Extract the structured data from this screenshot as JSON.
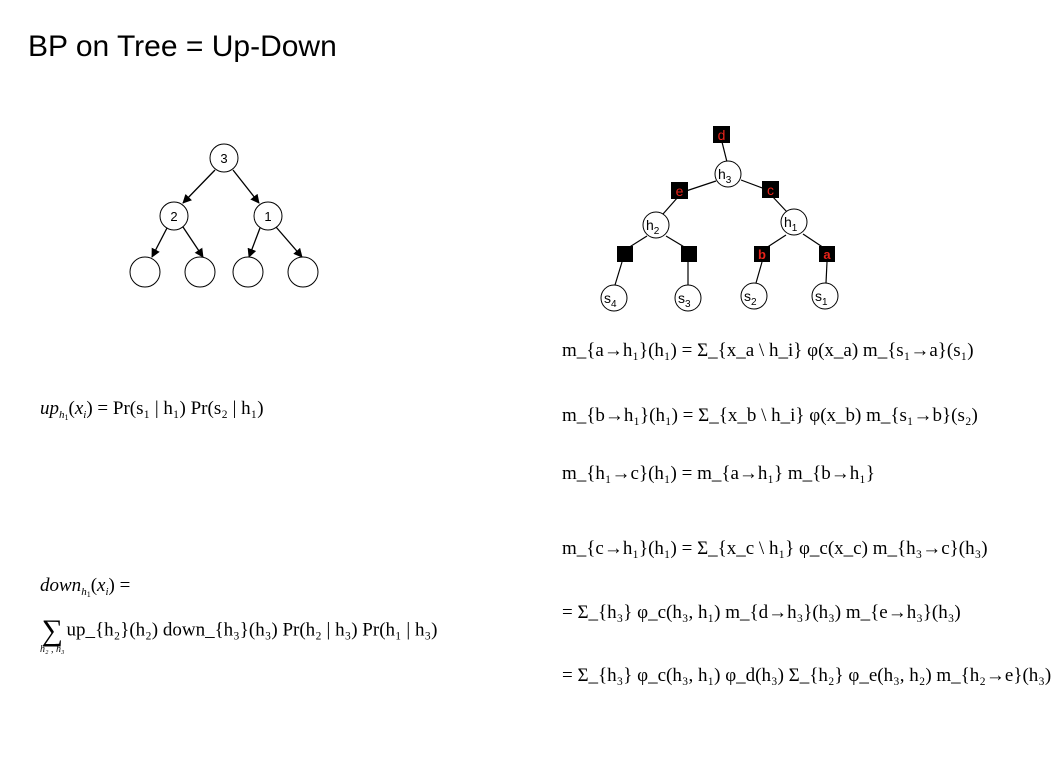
{
  "title": "BP on Tree = Up-Down",
  "left_tree": {
    "nodes": [
      "3",
      "2",
      "1",
      "",
      "",
      "",
      ""
    ]
  },
  "right_tree": {
    "variables": [
      "h",
      "h",
      "h",
      "s",
      "s",
      "s",
      "s"
    ],
    "variable_subs": [
      "3",
      "2",
      "1",
      "4",
      "3",
      "2",
      "1"
    ],
    "factor_labels": [
      "d",
      "e",
      "c",
      "b",
      "a"
    ],
    "accent_color": "#e8231a"
  },
  "equations": {
    "up": {
      "lhs_name": "up",
      "lhs_sub": "h",
      "lhs_subsub": "1",
      "lhs_arg_var": "x",
      "lhs_arg_sub": "i",
      "rhs": "Pr(s₁ | h₁) Pr(s₂ | h₁)"
    },
    "down": {
      "lhs_name": "down",
      "lhs_sub": "h",
      "lhs_subsub": "1",
      "lhs_arg_var": "x",
      "lhs_arg_sub": "i",
      "sum_limit": "h₂ , h₃",
      "rhs": "up_{h₂}(h₂) down_{h₃}(h₃) Pr(h₂ | h₃) Pr(h₁ | h₃)"
    },
    "messages": [
      "m_{a→h₁}(h₁) = Σ_{x_a \\ h_i} φ(x_a) m_{s₁→a}(s₁)",
      "m_{b→h₁}(h₁) = Σ_{x_b \\ h_i} φ(x_b) m_{s₁→b}(s₂)",
      "m_{h₁→c}(h₁) = m_{a→h₁} m_{b→h₁}",
      "m_{c→h₁}(h₁) = Σ_{x_c \\ h₁} φ_c(x_c) m_{h₃→c}(h₃)",
      "= Σ_{h₃} φ_c(h₃, h₁) m_{d→h₃}(h₃) m_{e→h₃}(h₃)",
      "= Σ_{h₃} φ_c(h₃, h₁) φ_d(h₃) Σ_{h₂} φ_e(h₃, h₂) m_{h₂→e}(h₃)"
    ]
  }
}
